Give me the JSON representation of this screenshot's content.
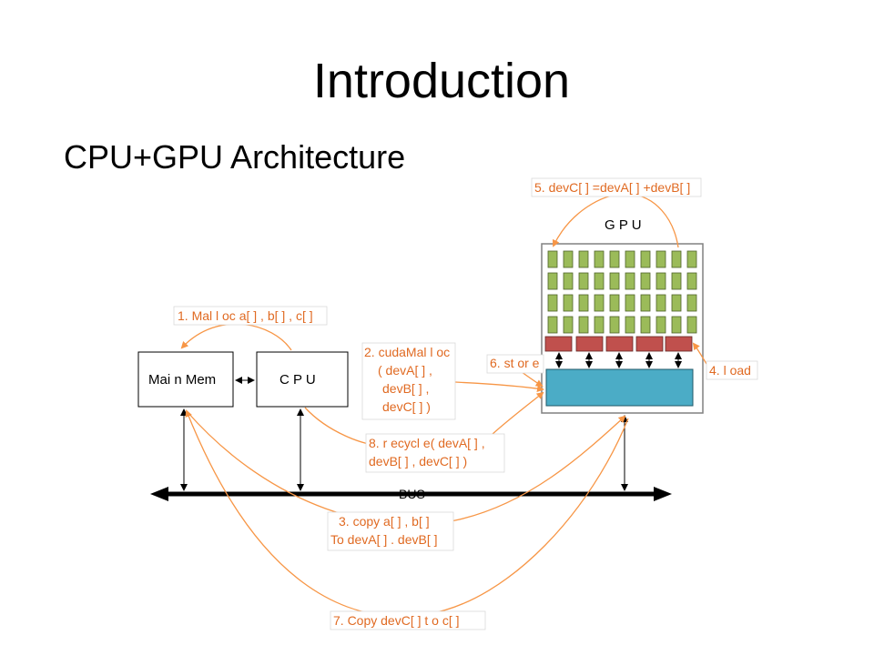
{
  "slide": {
    "title": "Introduction",
    "subtitle": "CPU+GPU Architecture"
  },
  "diagram": {
    "main_mem_label": "Mai n  Mem",
    "cpu_label": "C P U",
    "gpu_label": "G P U",
    "bus_label": "BUS",
    "steps": {
      "s1": "1. Mal l oc  a[ ] , b[ ] , c[ ]",
      "s2_line1": "2. cudaMal l oc",
      "s2_line2": "( devA[ ] ,",
      "s2_line3": "devB[ ] ,",
      "s2_line4": "devC[ ] )",
      "s3_line1": "3. copy  a[ ] , b[ ]",
      "s3_line2": "To  devA[ ] . devB[ ]",
      "s4": "4. l oad",
      "s5": "5. devC[ ] =devA[ ] +devB[ ]",
      "s6": "6. st or e",
      "s7": "7. Copy  devC[ ]   t o  c[ ]",
      "s8_line1": "8. r ecycl e( devA[ ] ,",
      "s8_line2": "devB[ ] , devC[ ] )"
    },
    "colors": {
      "core_green": "#9bbb59",
      "cache_red": "#c0504d",
      "memory_blue": "#4bacc6",
      "arrow_orange": "#f79646",
      "label_orange": "#e06a22"
    }
  }
}
